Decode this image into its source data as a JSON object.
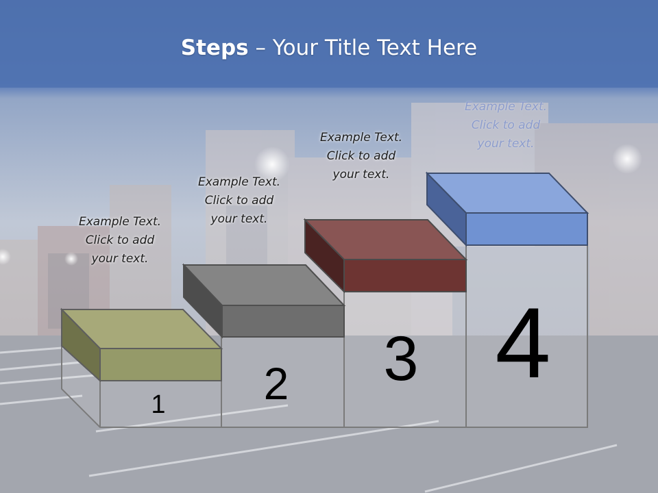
{
  "title": {
    "bold": "Steps",
    "rest": " – Your Title Text Here"
  },
  "steps": [
    {
      "number": "1",
      "line1": "Example Text.",
      "line2": "Click  to add",
      "line3": "your text.",
      "color": "#959a69"
    },
    {
      "number": "2",
      "line1": "Example Text.",
      "line2": "Click  to add",
      "line3": "your text.",
      "color": "#6e6e6e"
    },
    {
      "number": "3",
      "line1": "Example Text.",
      "line2": "Click  to add",
      "line3": "your text.",
      "color": "#6d3432"
    },
    {
      "number": "4",
      "line1": "Example Text.",
      "line2": "Click  to add",
      "line3": "your text.",
      "color": "#7092d2"
    }
  ],
  "colors": {
    "header": "#4f72b0",
    "outline": "#7a7a7a"
  }
}
